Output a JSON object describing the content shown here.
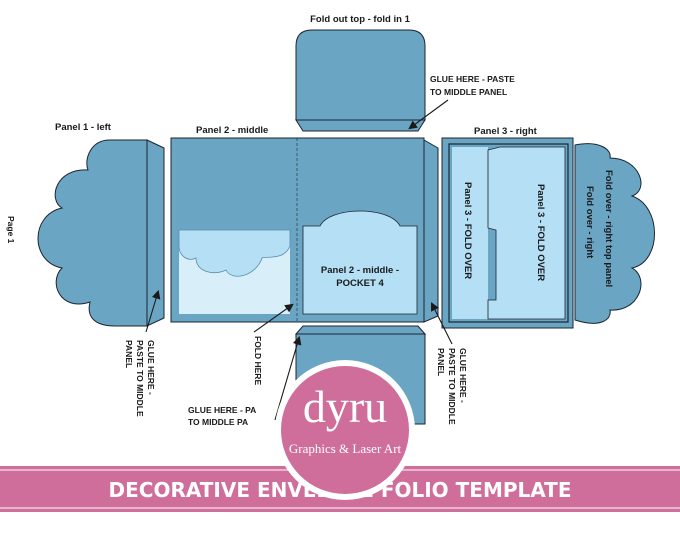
{
  "colors": {
    "panel": "#6aa6c4",
    "panel_stroke": "#1b2430",
    "pocket": "#b5dff5",
    "pocket_light": "#d8effa",
    "banner": "#cf6e9a",
    "logo_circle": "#cf6e9a"
  },
  "labels": {
    "fold_out_top": "Fold out top - fold in 1",
    "glue_top_1": "GLUE HERE - PASTE",
    "glue_top_2": "TO MIDDLE PANEL",
    "panel1": "Panel 1 - left",
    "panel2": "Panel 2 - middle",
    "panel3": "Panel 3 - right",
    "page": "Page 1",
    "pocket_1": "Panel 2 - middle -",
    "pocket_2": "POCKET 4",
    "p3_fold_a": "Panel 3 - FOLD OVER",
    "p3_fold_b": "Panel 3 - FOLD OVER",
    "right_flap_1": "Fold over - right top panel",
    "right_flap_2": "Fold over - right",
    "glue_left_1": "GLUE HERE -",
    "glue_left_2": "PASTE TO MIDDLE",
    "glue_left_3": "PANEL",
    "fold_here": "FOLD HERE",
    "glue_right_1": "GLUE HERE -",
    "glue_right_2": "PASTE TO MIDDLE",
    "glue_right_3": "PANEL",
    "glue_bottom_1": "GLUE HERE - PA",
    "glue_bottom_2": "TO MIDDLE PA"
  },
  "logo": {
    "name": "dyru",
    "tagline": "Graphics & Laser Art"
  },
  "banner": {
    "title": "DECORATIVE ENVELOPE FOLIO TEMPLATE"
  }
}
